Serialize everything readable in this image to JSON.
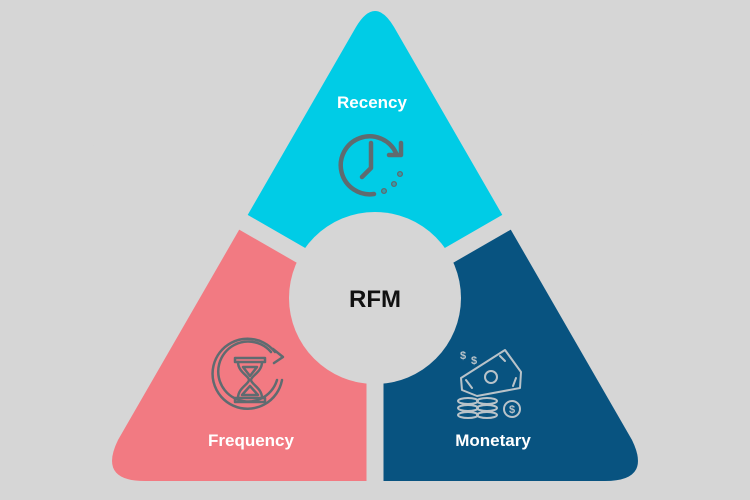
{
  "title": "RFM",
  "background_color": "#d6d6d6",
  "segments": [
    {
      "id": "recency",
      "label": "Recency",
      "color": "#00cce6",
      "icon": "clock-refresh-icon",
      "icon_color": "#5f6b70"
    },
    {
      "id": "frequency",
      "label": "Frequency",
      "color": "#f27a82",
      "icon": "hourglass-cycle-icon",
      "icon_color": "#5f6b70"
    },
    {
      "id": "monetary",
      "label": "Monetary",
      "color": "#085380",
      "icon": "money-coins-icon",
      "icon_color": "#b9c3c9"
    }
  ]
}
